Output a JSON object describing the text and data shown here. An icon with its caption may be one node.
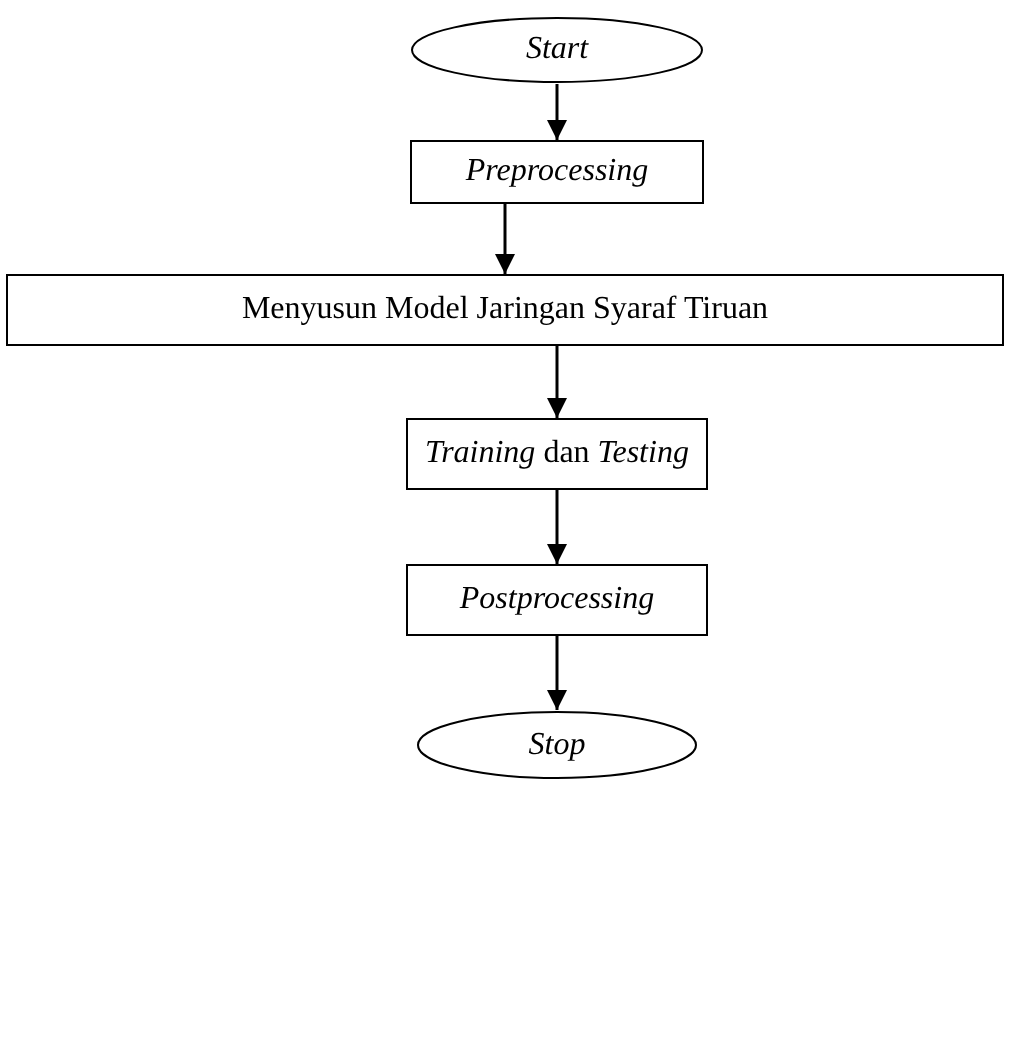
{
  "diagram": {
    "nodes": [
      {
        "text": [
          "Start"
        ]
      },
      {
        "text": [
          "Preprocessing"
        ]
      },
      {
        "text": [
          "Menyusun Model Jaringan Syaraf Tiruan"
        ]
      },
      {
        "text": [
          "*Training* dan *Testing*"
        ]
      },
      {
        "text": [
          "Postprocessing"
        ]
      },
      {
        "text": [
          "Stop"
        ]
      }
    ],
    "edges": [
      {
        "from": 0,
        "to": 1,
        "arrow": "to"
      },
      {
        "from": 1,
        "to": 2,
        "arrow": "to"
      },
      {
        "from": 2,
        "to": 3,
        "arrow": "to"
      },
      {
        "from": 3,
        "to": 4,
        "arrow": "to"
      },
      {
        "from": 4,
        "to": 5,
        "arrow": "to"
      }
    ]
  }
}
